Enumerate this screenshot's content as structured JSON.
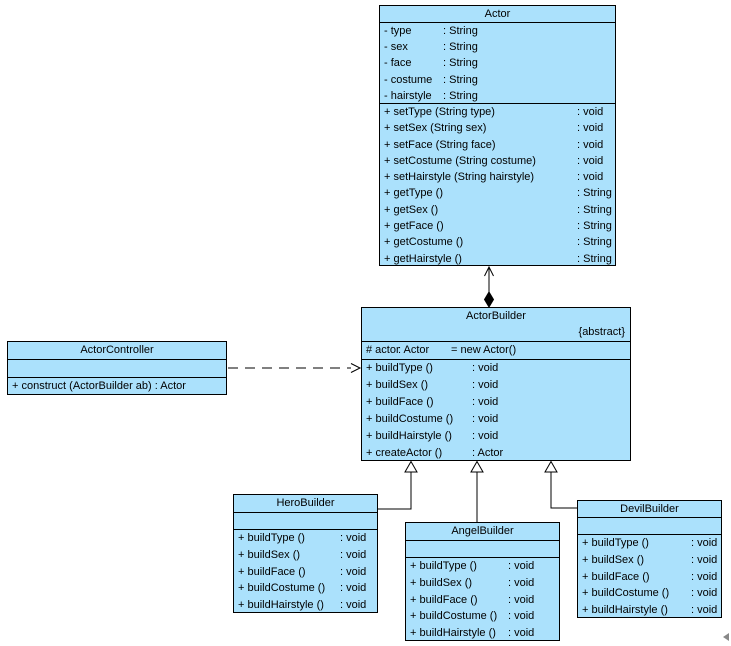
{
  "diagram": {
    "kind": "UML class diagram",
    "background": "#ffffff",
    "box_fill": "#abe1fc",
    "box_border": "#000000",
    "text_color": "#000000"
  },
  "classes": [
    {
      "id": "actor",
      "name": "Actor",
      "attributes": [
        [
          "- type",
          ": String"
        ],
        [
          "- sex",
          ": String"
        ],
        [
          "- face",
          ": String"
        ],
        [
          "- costume",
          ": String"
        ],
        [
          "- hairstyle",
          ": String"
        ]
      ],
      "methods": [
        [
          "+ setType (String type)",
          ": void"
        ],
        [
          "+ setSex (String sex)",
          ": void"
        ],
        [
          "+ setFace (String face)",
          ": void"
        ],
        [
          "+ setCostume (String costume)",
          ": void"
        ],
        [
          "+ setHairstyle (String hairstyle)",
          ": void"
        ],
        [
          "+ getType ()",
          ": String"
        ],
        [
          "+ getSex ()",
          ": String"
        ],
        [
          "+ getFace ()",
          ": String"
        ],
        [
          "+ getCostume ()",
          ": String"
        ],
        [
          "+ getHairstyle ()",
          ": String"
        ]
      ]
    },
    {
      "id": "actor-builder",
      "name": "ActorBuilder",
      "stereotype": "{abstract}",
      "attributes": [
        [
          "# actor",
          ": Actor",
          "= new Actor()"
        ]
      ],
      "methods": [
        [
          "+ buildType ()",
          ": void"
        ],
        [
          "+ buildSex ()",
          ": void"
        ],
        [
          "+ buildFace ()",
          ": void"
        ],
        [
          "+ buildCostume ()",
          ": void"
        ],
        [
          "+ buildHairstyle ()",
          ": void"
        ],
        [
          "+ createActor ()",
          ": Actor"
        ]
      ]
    },
    {
      "id": "actor-controller",
      "name": "ActorController",
      "attributes": [],
      "methods": [
        [
          "+ construct (ActorBuilder ab) : Actor"
        ]
      ]
    },
    {
      "id": "hero-builder",
      "name": "HeroBuilder",
      "attributes": [],
      "methods": [
        [
          "+ buildType ()",
          ": void"
        ],
        [
          "+ buildSex ()",
          ": void"
        ],
        [
          "+ buildFace ()",
          ": void"
        ],
        [
          "+ buildCostume ()",
          ": void"
        ],
        [
          "+ buildHairstyle ()",
          ": void"
        ]
      ]
    },
    {
      "id": "angel-builder",
      "name": "AngelBuilder",
      "attributes": [],
      "methods": [
        [
          "+ buildType ()",
          ": void"
        ],
        [
          "+ buildSex ()",
          ": void"
        ],
        [
          "+ buildFace ()",
          ": void"
        ],
        [
          "+ buildCostume ()",
          ": void"
        ],
        [
          "+ buildHairstyle ()",
          ": void"
        ]
      ]
    },
    {
      "id": "devil-builder",
      "name": "DevilBuilder",
      "attributes": [],
      "methods": [
        [
          "+ buildType ()",
          ": void"
        ],
        [
          "+ buildSex ()",
          ": void"
        ],
        [
          "+ buildFace ()",
          ": void"
        ],
        [
          "+ buildCostume ()",
          ": void"
        ],
        [
          "+ buildHairstyle ()",
          ": void"
        ]
      ]
    }
  ],
  "relationships": [
    {
      "type": "composition",
      "from": "ActorBuilder",
      "to": "Actor",
      "line": "solid",
      "markers": "filled-diamond at ActorBuilder, open arrow at Actor"
    },
    {
      "type": "dependency",
      "from": "ActorController",
      "to": "ActorBuilder",
      "line": "dashed",
      "markers": "open arrow at ActorBuilder"
    },
    {
      "type": "generalization",
      "from": "HeroBuilder",
      "to": "ActorBuilder",
      "line": "solid",
      "markers": "hollow triangle at ActorBuilder"
    },
    {
      "type": "generalization",
      "from": "AngelBuilder",
      "to": "ActorBuilder",
      "line": "solid",
      "markers": "hollow triangle at ActorBuilder"
    },
    {
      "type": "generalization",
      "from": "DevilBuilder",
      "to": "ActorBuilder",
      "line": "solid",
      "markers": "hollow triangle at ActorBuilder"
    }
  ]
}
